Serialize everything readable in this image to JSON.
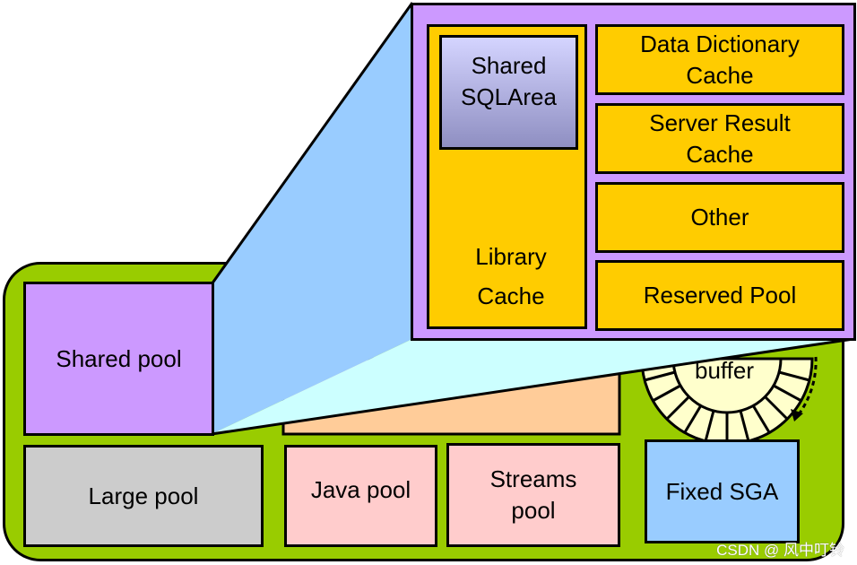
{
  "sga": {
    "shared_pool": "Shared pool",
    "large_pool": "Large pool",
    "java_pool": "Java pool",
    "streams_pool": "Streams pool",
    "fixed_sga": "Fixed SGA",
    "buffer": "buffer"
  },
  "shared_pool_detail": {
    "shared_sql_area": "Shared SQLArea",
    "library_cache": "Library Cache",
    "data_dictionary_cache": "Data Dictionary Cache",
    "server_result_cache": "Server Result Cache",
    "other": "Other",
    "reserved_pool": "Reserved Pool"
  },
  "colors": {
    "sga_green": "#99cc00",
    "shared_pool_purple": "#cc99ff",
    "cache_orange": "#ffcc00",
    "large_pool_gray": "#cccccc",
    "java_streams_pink": "#ffcccc",
    "fixed_sga_blue": "#99ccff",
    "buffer_yellow": "#ffffcc",
    "peach_area": "#ffcc99"
  },
  "watermark": "CSDN @ 风中叮铃"
}
